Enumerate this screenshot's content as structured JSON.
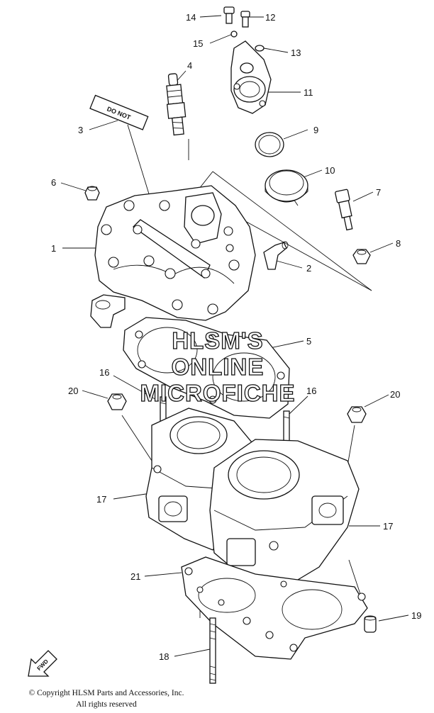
{
  "callouts": [
    {
      "id": "14",
      "label": "14"
    },
    {
      "id": "12",
      "label": "12"
    },
    {
      "id": "15",
      "label": "15"
    },
    {
      "id": "13",
      "label": "13"
    },
    {
      "id": "4",
      "label": "4"
    },
    {
      "id": "11",
      "label": "11"
    },
    {
      "id": "3",
      "label": "3"
    },
    {
      "id": "9",
      "label": "9"
    },
    {
      "id": "10",
      "label": "10"
    },
    {
      "id": "6",
      "label": "6"
    },
    {
      "id": "7",
      "label": "7"
    },
    {
      "id": "8",
      "label": "8"
    },
    {
      "id": "1",
      "label": "1"
    },
    {
      "id": "2",
      "label": "2"
    },
    {
      "id": "5",
      "label": "5"
    },
    {
      "id": "16a",
      "label": "16"
    },
    {
      "id": "16b",
      "label": "16"
    },
    {
      "id": "20a",
      "label": "20"
    },
    {
      "id": "20b",
      "label": "20"
    },
    {
      "id": "17a",
      "label": "17"
    },
    {
      "id": "17b",
      "label": "17"
    },
    {
      "id": "21",
      "label": "21"
    },
    {
      "id": "19",
      "label": "19"
    },
    {
      "id": "18",
      "label": "18"
    }
  ],
  "decal_text": "DO NOT",
  "watermark": {
    "line1": "HLSM'S",
    "line2": "ONLINE",
    "line3": "MICROFICHE"
  },
  "fwd_label": "FWD",
  "copyright": {
    "line1": "© Copyright HLSM Parts and Accessories, Inc.",
    "line2": "All rights reserved"
  }
}
